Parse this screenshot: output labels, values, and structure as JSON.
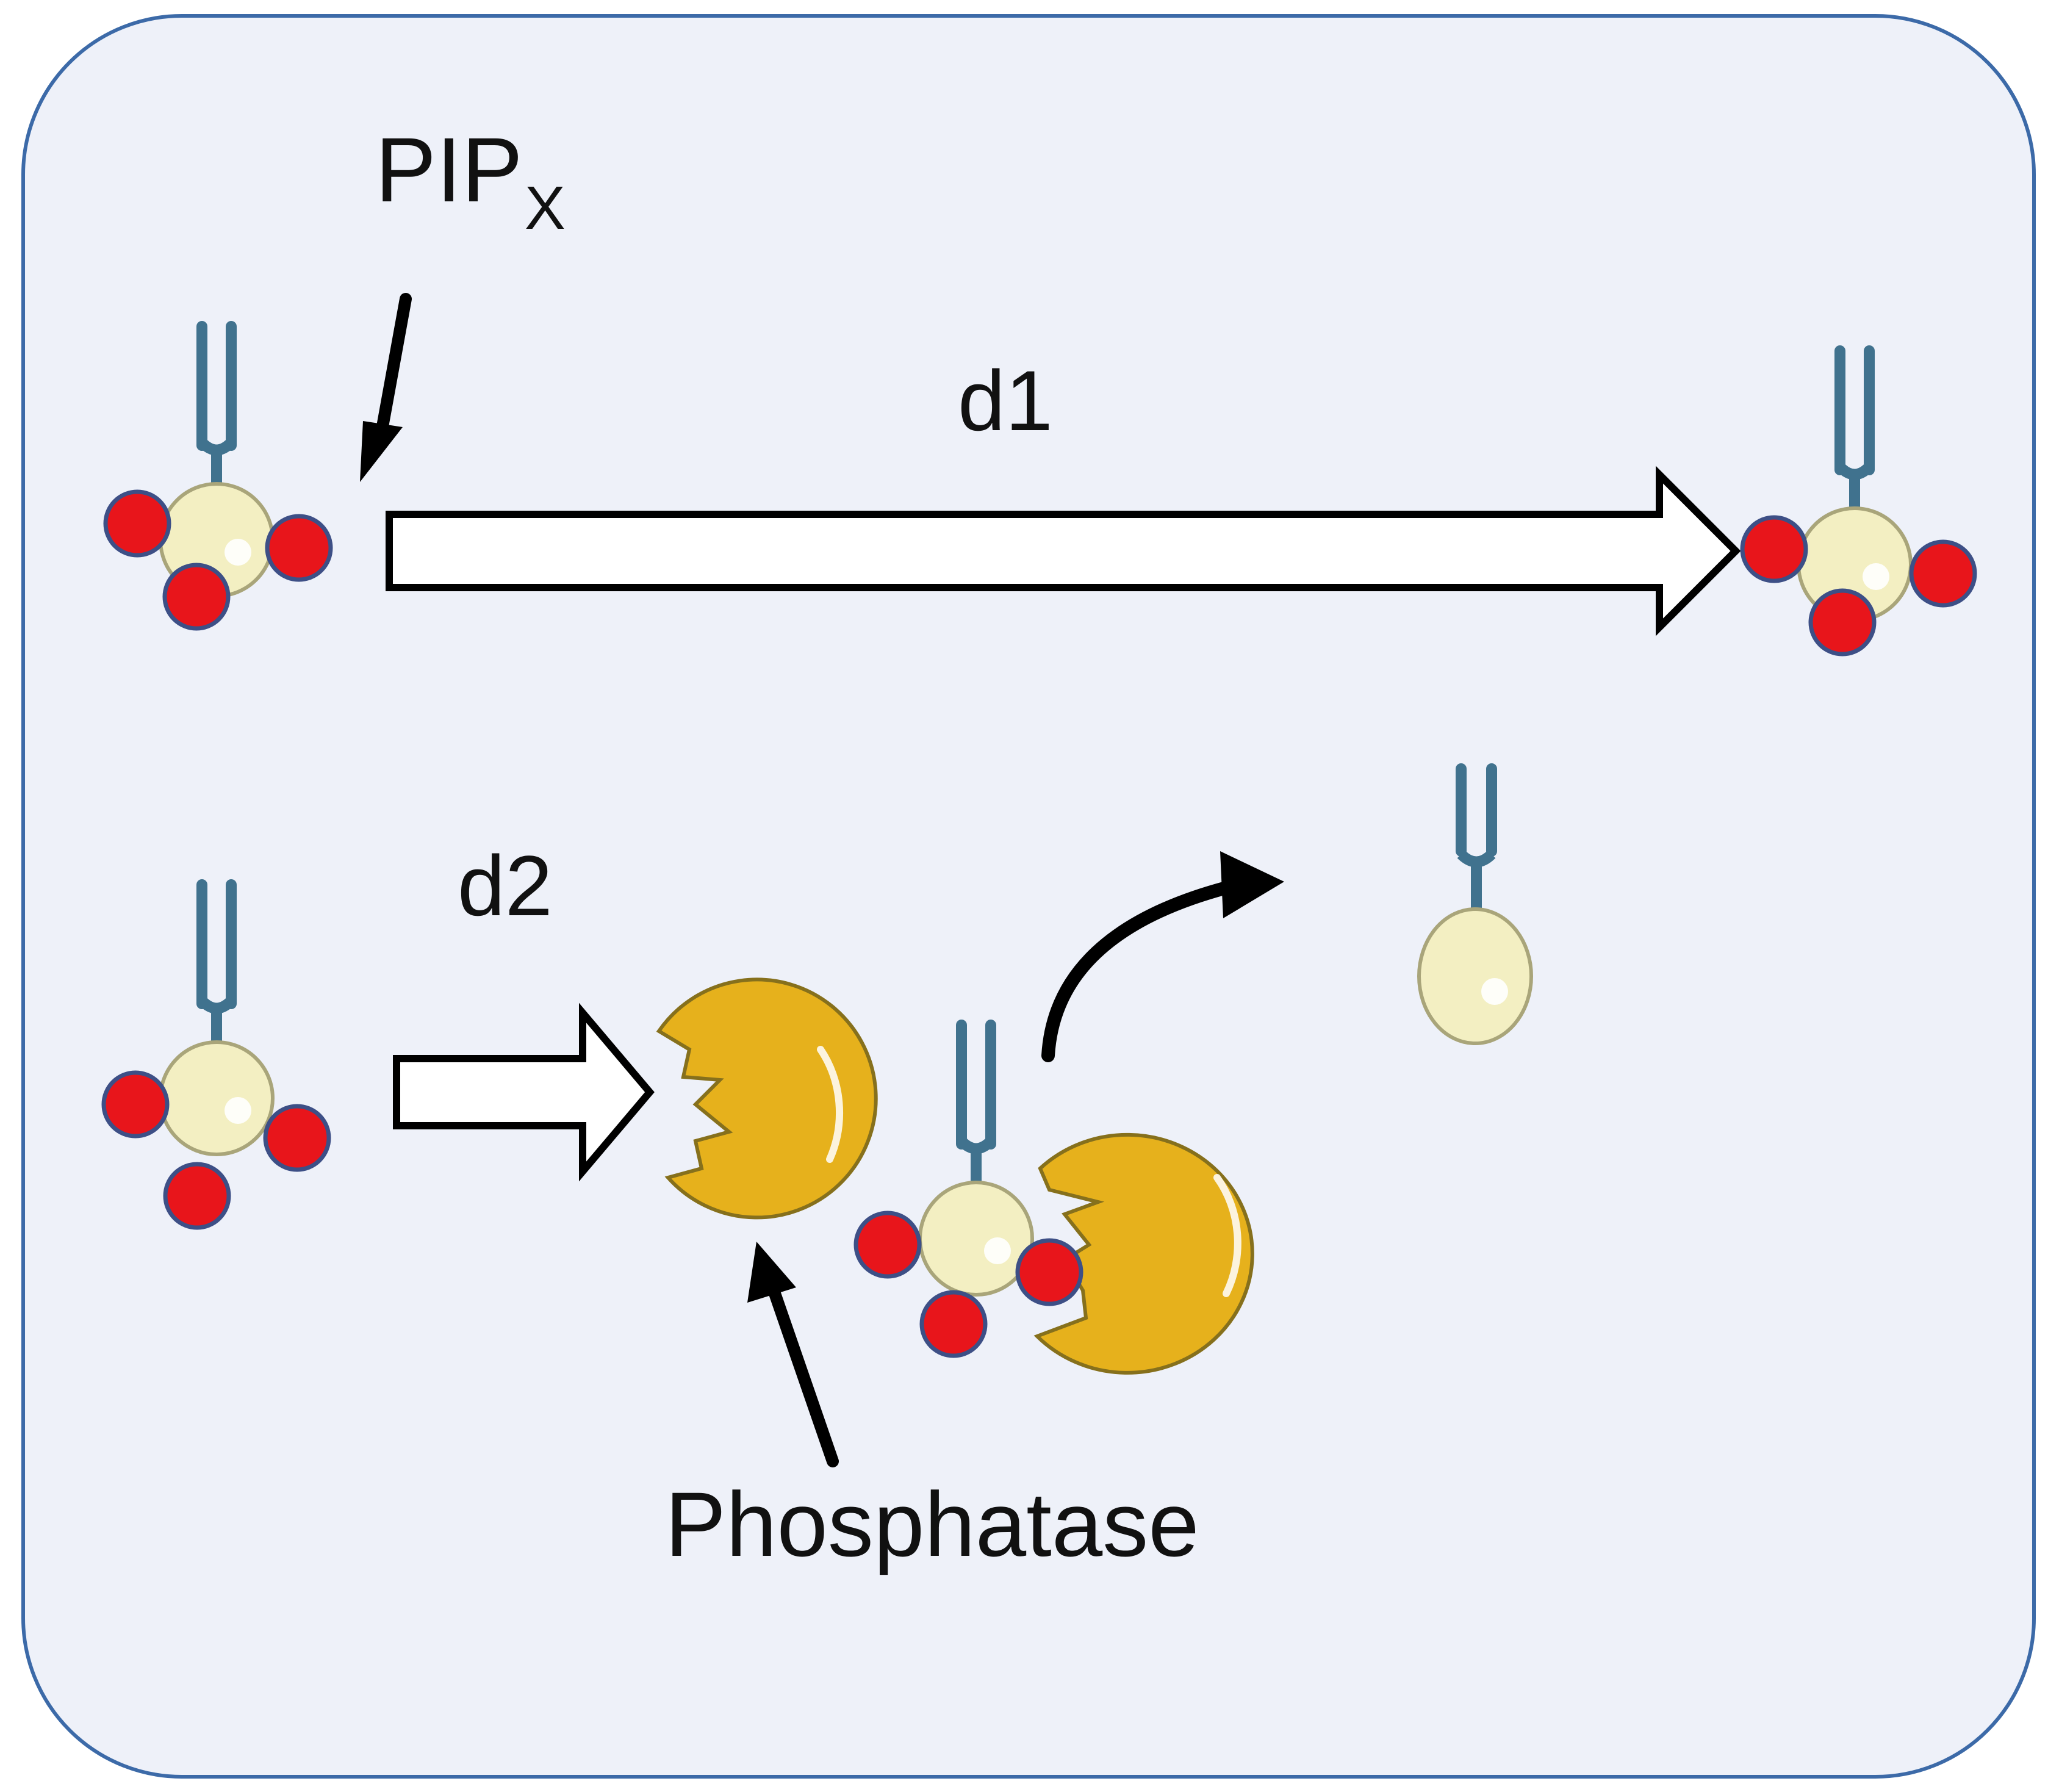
{
  "labels": {
    "pip_main": "PIP",
    "pip_sub": "X",
    "pathway_1": "d1",
    "pathway_2": "d2",
    "enzyme": "Phosphatase"
  },
  "colors": {
    "panel_fill": "#eef1f9",
    "panel_border": "#3c6aa8",
    "phosphate": "#e8151b",
    "phosphate_border": "#3d4f86",
    "inositol_fill": "#f3efc2",
    "inositol_border": "#a9a57a",
    "tail": "#40728e",
    "enzyme_fill": "#e6b11c",
    "enzyme_border": "#86701c",
    "arrow": "#000000",
    "hollow_arrow_fill": "#ffffff"
  }
}
